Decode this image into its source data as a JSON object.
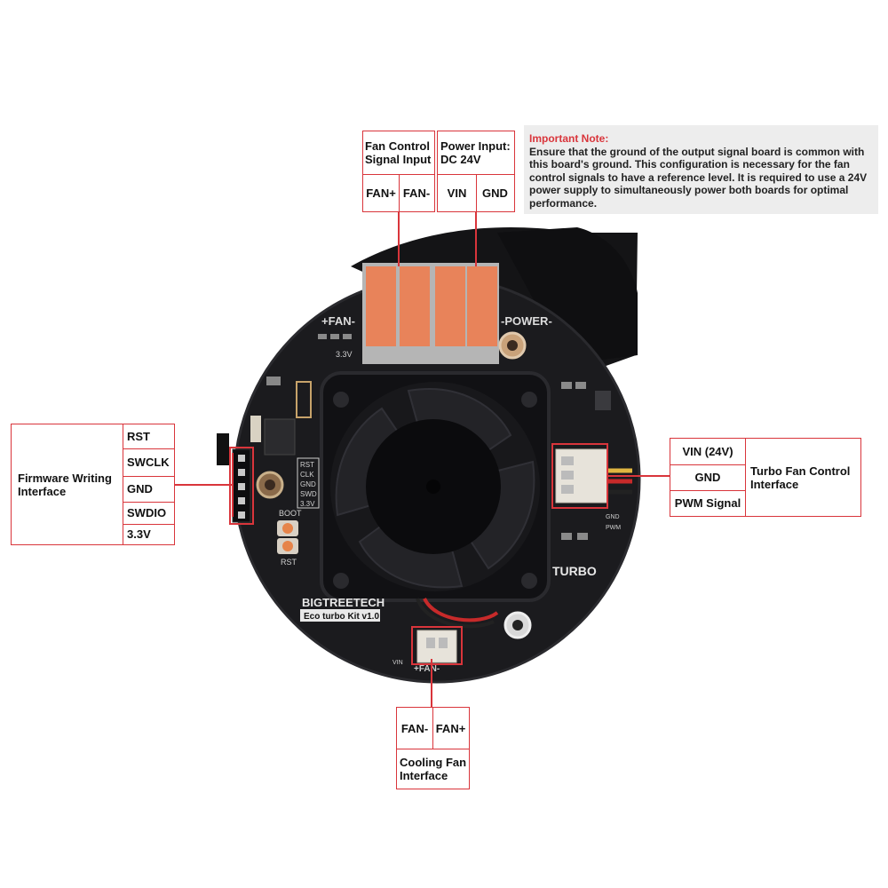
{
  "fan_signal_box": {
    "title_line1": "Fan Control",
    "title_line2": "Signal Input",
    "pins": [
      "FAN+",
      "FAN-"
    ]
  },
  "power_input_box": {
    "title_line1": "Power Input:",
    "title_line2": "DC 24V",
    "pins": [
      "VIN",
      "GND"
    ]
  },
  "important_note": {
    "title": "Important Note:",
    "body": "Ensure that the ground of the output signal board is common with this board's ground. This configuration is necessary for the fan control signals to have a reference level. It is required to use a 24V power supply to simultaneously power both boards for optimal performance."
  },
  "firmware_box": {
    "title_line1": "Firmware Writing",
    "title_line2": "Interface",
    "pins": [
      "RST",
      "SWCLK",
      "GND",
      "SWDIO",
      "3.3V"
    ]
  },
  "turbo_box": {
    "title_line1": "Turbo Fan Control",
    "title_line2": "Interface",
    "pins": [
      "VIN (24V)",
      "GND",
      "PWM Signal"
    ]
  },
  "cooling_box": {
    "pins": [
      "FAN-",
      "FAN+"
    ],
    "title_line1": "Cooling Fan",
    "title_line2": "Interface"
  },
  "board_silkscreen": {
    "fan_label": "+FAN-",
    "power_label": "-POWER-",
    "turbo_label": "TURBO",
    "brand": "BIGTREETECH",
    "model": "Eco turbo Kit v1.0",
    "boot": "BOOT",
    "rst": "RST",
    "swd_pins": [
      "RST",
      "CLK",
      "GND",
      "SWD",
      "3.3V"
    ],
    "v33": "3.3V",
    "bottom_fan": "+FAN-",
    "vin": "VIN",
    "pwm": "PWM",
    "gnd": "GND"
  },
  "colors": {
    "accent": "#d9353b",
    "board": "#1b1b1e",
    "terminal": "#e8835a",
    "note_bg": "#ededed"
  }
}
